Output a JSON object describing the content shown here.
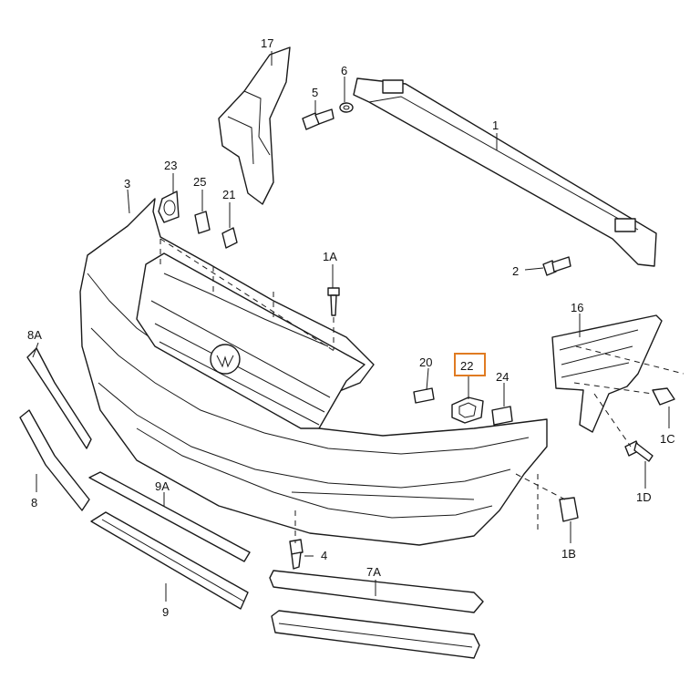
{
  "diagram": {
    "callouts": {
      "c1": "1",
      "c1A": "1A",
      "c1B": "1B",
      "c1C": "1C",
      "c1D": "1D",
      "c2": "2",
      "c3": "3",
      "c4": "4",
      "c5": "5",
      "c6": "6",
      "c7A": "7A",
      "c8": "8",
      "c8A": "8A",
      "c9": "9",
      "c9A": "9A",
      "c16": "16",
      "c17": "17",
      "c20": "20",
      "c21": "21",
      "c22": "22",
      "c23": "23",
      "c24": "24",
      "c25": "25"
    },
    "highlighted_callout": "22",
    "highlight_color": "#e07b22"
  }
}
